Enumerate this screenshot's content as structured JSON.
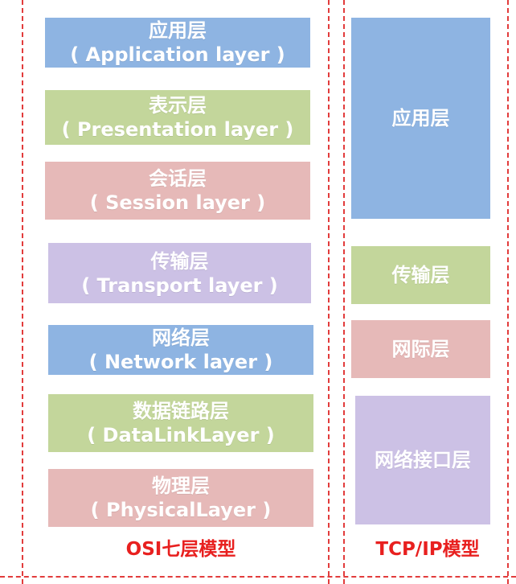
{
  "osi_model": {
    "layers": [
      {
        "name": "应用层",
        "english": "( Application layer )",
        "color": "#8eb4e2"
      },
      {
        "name": "表示层",
        "english": "( Presentation layer )",
        "color": "#c3d69b"
      },
      {
        "name": "会话层",
        "english": "( Session layer )",
        "color": "#e6b9b8"
      },
      {
        "name": "传输层",
        "english": "( Transport layer )",
        "color": "#ccc1e5"
      },
      {
        "name": "网络层",
        "english": "( Network layer )",
        "color": "#8eb4e2"
      },
      {
        "name": "数据链路层",
        "english": "( DataLinkLayer )",
        "color": "#c3d69b"
      },
      {
        "name": "物理层",
        "english": "( PhysicalLayer )",
        "color": "#e6b9b8"
      }
    ],
    "caption": "OSI七层模型"
  },
  "tcpip_model": {
    "layers": [
      {
        "name": "应用层",
        "color": "#8eb4e2"
      },
      {
        "name": "传输层",
        "color": "#c3d69b"
      },
      {
        "name": "网际层",
        "color": "#e6b9b8"
      },
      {
        "name": "网络接口层",
        "color": "#ccc1e5"
      }
    ],
    "caption": "TCP/IP模型"
  },
  "colors": {
    "divider": "#e23c3c",
    "caption": "#e8201f"
  }
}
